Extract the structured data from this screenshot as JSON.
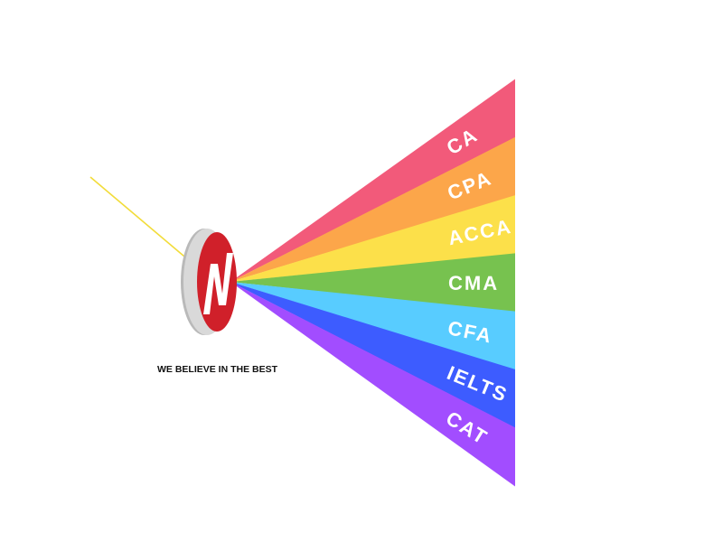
{
  "tagline": "WE BELIEVE IN THE BEST",
  "logo": {
    "icon": "n-logo-icon",
    "face_color": "#d0202a",
    "rim_color": "#c8c8c8",
    "mark_color": "#ffffff"
  },
  "light_beam": {
    "color": "#f2dc3a"
  },
  "spectrum": [
    {
      "label": "CA",
      "color": "#f25a7a"
    },
    {
      "label": "CPA",
      "color": "#fca64a"
    },
    {
      "label": "ACCA",
      "color": "#fce04a"
    },
    {
      "label": "CMA",
      "color": "#77c24f"
    },
    {
      "label": "CFA",
      "color": "#58ccff"
    },
    {
      "label": "IELTS",
      "color": "#3d5cff"
    },
    {
      "label": "CAT",
      "color": "#a24dff"
    }
  ]
}
